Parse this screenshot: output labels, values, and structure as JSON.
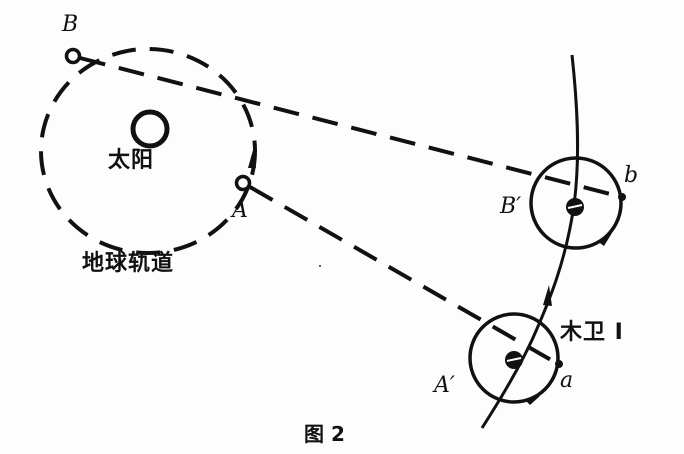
{
  "diagram": {
    "caption": "图 2",
    "labels": {
      "sun": "太阳",
      "earth_orbit": "地球轨道",
      "point_A": "A",
      "point_B": "B",
      "point_A_prime": "A′",
      "point_B_prime": "B′",
      "point_a": "a",
      "point_b": "b",
      "moon": "木卫 I"
    },
    "colors": {
      "ink": "#111111",
      "background": "#fdfdfd"
    }
  }
}
